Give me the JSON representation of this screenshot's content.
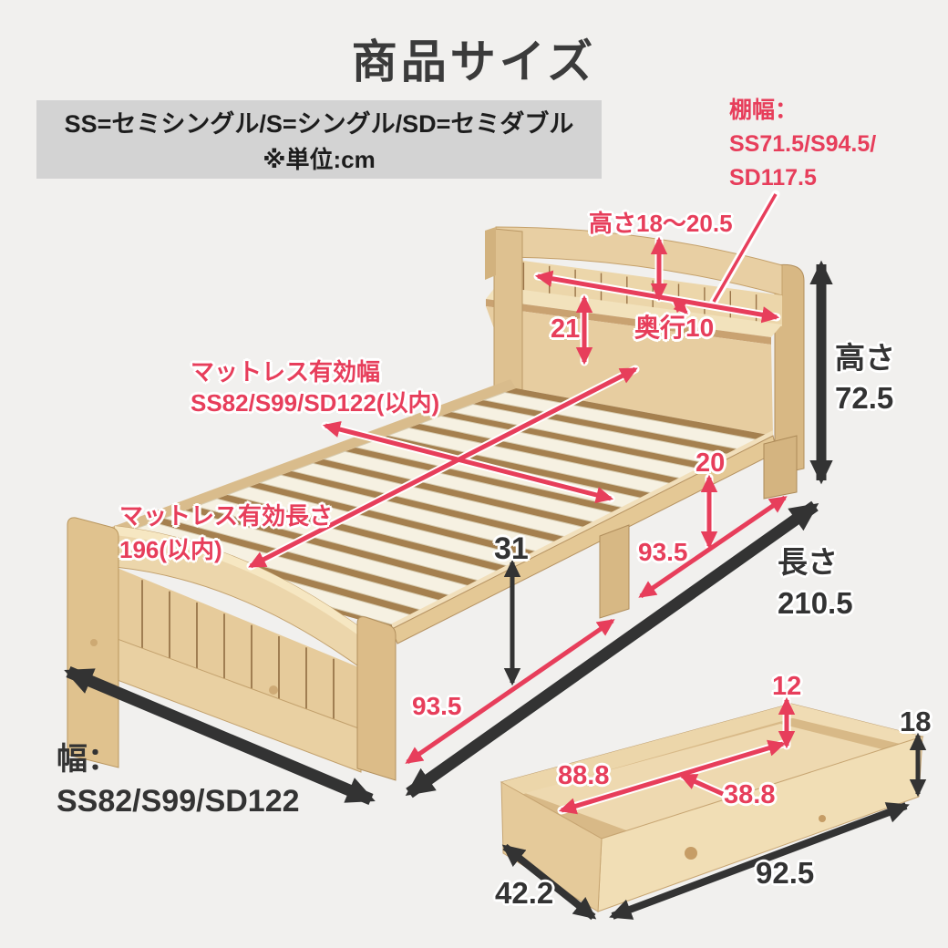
{
  "title": "商品サイズ",
  "legend": {
    "line1": "SS=セミシングル/S=シングル/SD=セミダブル",
    "line2": "※単位:cm"
  },
  "colors": {
    "background": "#f1f0ee",
    "legend_bg": "#d3d3d3",
    "accent_red": "#e73e5b",
    "ink_black": "#333333",
    "wood_light": "#f0ddb5",
    "wood_mid": "#e6cb9b",
    "slat": "#f6f1e2"
  },
  "bed": {
    "shelf_note": {
      "line1": "棚幅：",
      "line2": "SS71.5/S94.5/",
      "line3": "SD117.5"
    },
    "shelf_height": "高さ18〜20.5",
    "shelf_depth": "奥行10",
    "shelf_clearance": "21",
    "mattress_width_label": "マットレス有効幅",
    "mattress_width_value": "SS82/S99/SD122(以内)",
    "mattress_length_label": "マットレス有効長さ",
    "mattress_length_value": "196(以内)",
    "total_height_label": "高さ",
    "total_height_value": "72.5",
    "side_rail_height": "20",
    "leg_pitch_head": "93.5",
    "leg_pitch_foot": "93.5",
    "under_bed_clearance": "31",
    "total_length_label": "長さ",
    "total_length_value": "210.5",
    "total_width_label": "幅：",
    "total_width_value": "SS82/S99/SD122"
  },
  "drawer": {
    "inner_height": "12",
    "inner_length": "88.8",
    "inner_width": "38.8",
    "outer_height": "18",
    "outer_length": "92.5",
    "outer_width": "42.2"
  }
}
